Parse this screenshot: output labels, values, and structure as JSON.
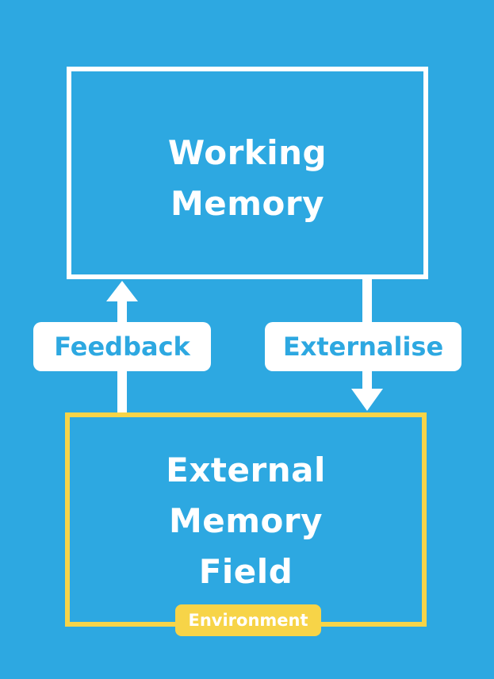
{
  "working_memory": {
    "lines": [
      "Working",
      "Memory"
    ]
  },
  "external_memory_field": {
    "lines": [
      "External",
      "Memory",
      "Field"
    ],
    "badge": "Environment"
  },
  "arrows": {
    "feedback_label": "Feedback",
    "externalise_label": "Externalise"
  },
  "colors": {
    "background": "#2da8e1",
    "box_border_white": "#ffffff",
    "box_border_yellow": "#f7d448",
    "label_text": "#2da8e1"
  }
}
